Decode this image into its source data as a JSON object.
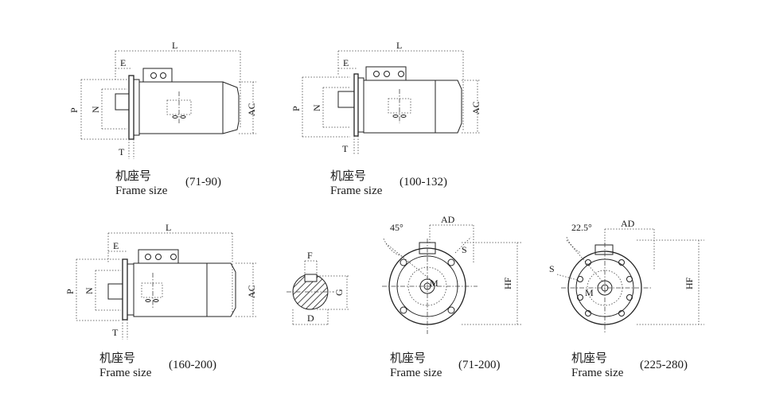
{
  "labels": {
    "L": "L",
    "E": "E",
    "P": "P",
    "N": "N",
    "T": "T",
    "AC": "AC",
    "F": "F",
    "G": "G",
    "D": "D",
    "AD": "AD",
    "S": "S",
    "M": "M",
    "HF": "HF",
    "angle45": "45°",
    "angle22": "22.5°"
  },
  "captions": [
    {
      "zh": "机座号",
      "en": "Frame size",
      "range": "(71-90)"
    },
    {
      "zh": "机座号",
      "en": "Frame size",
      "range": "(100-132)"
    },
    {
      "zh": "机座号",
      "en": "Frame size",
      "range": "(160-200)"
    },
    {
      "zh": "机座号",
      "en": "Frame size",
      "range": "(71-200)"
    },
    {
      "zh": "机座号",
      "en": "Frame size",
      "range": "(225-280)"
    }
  ]
}
